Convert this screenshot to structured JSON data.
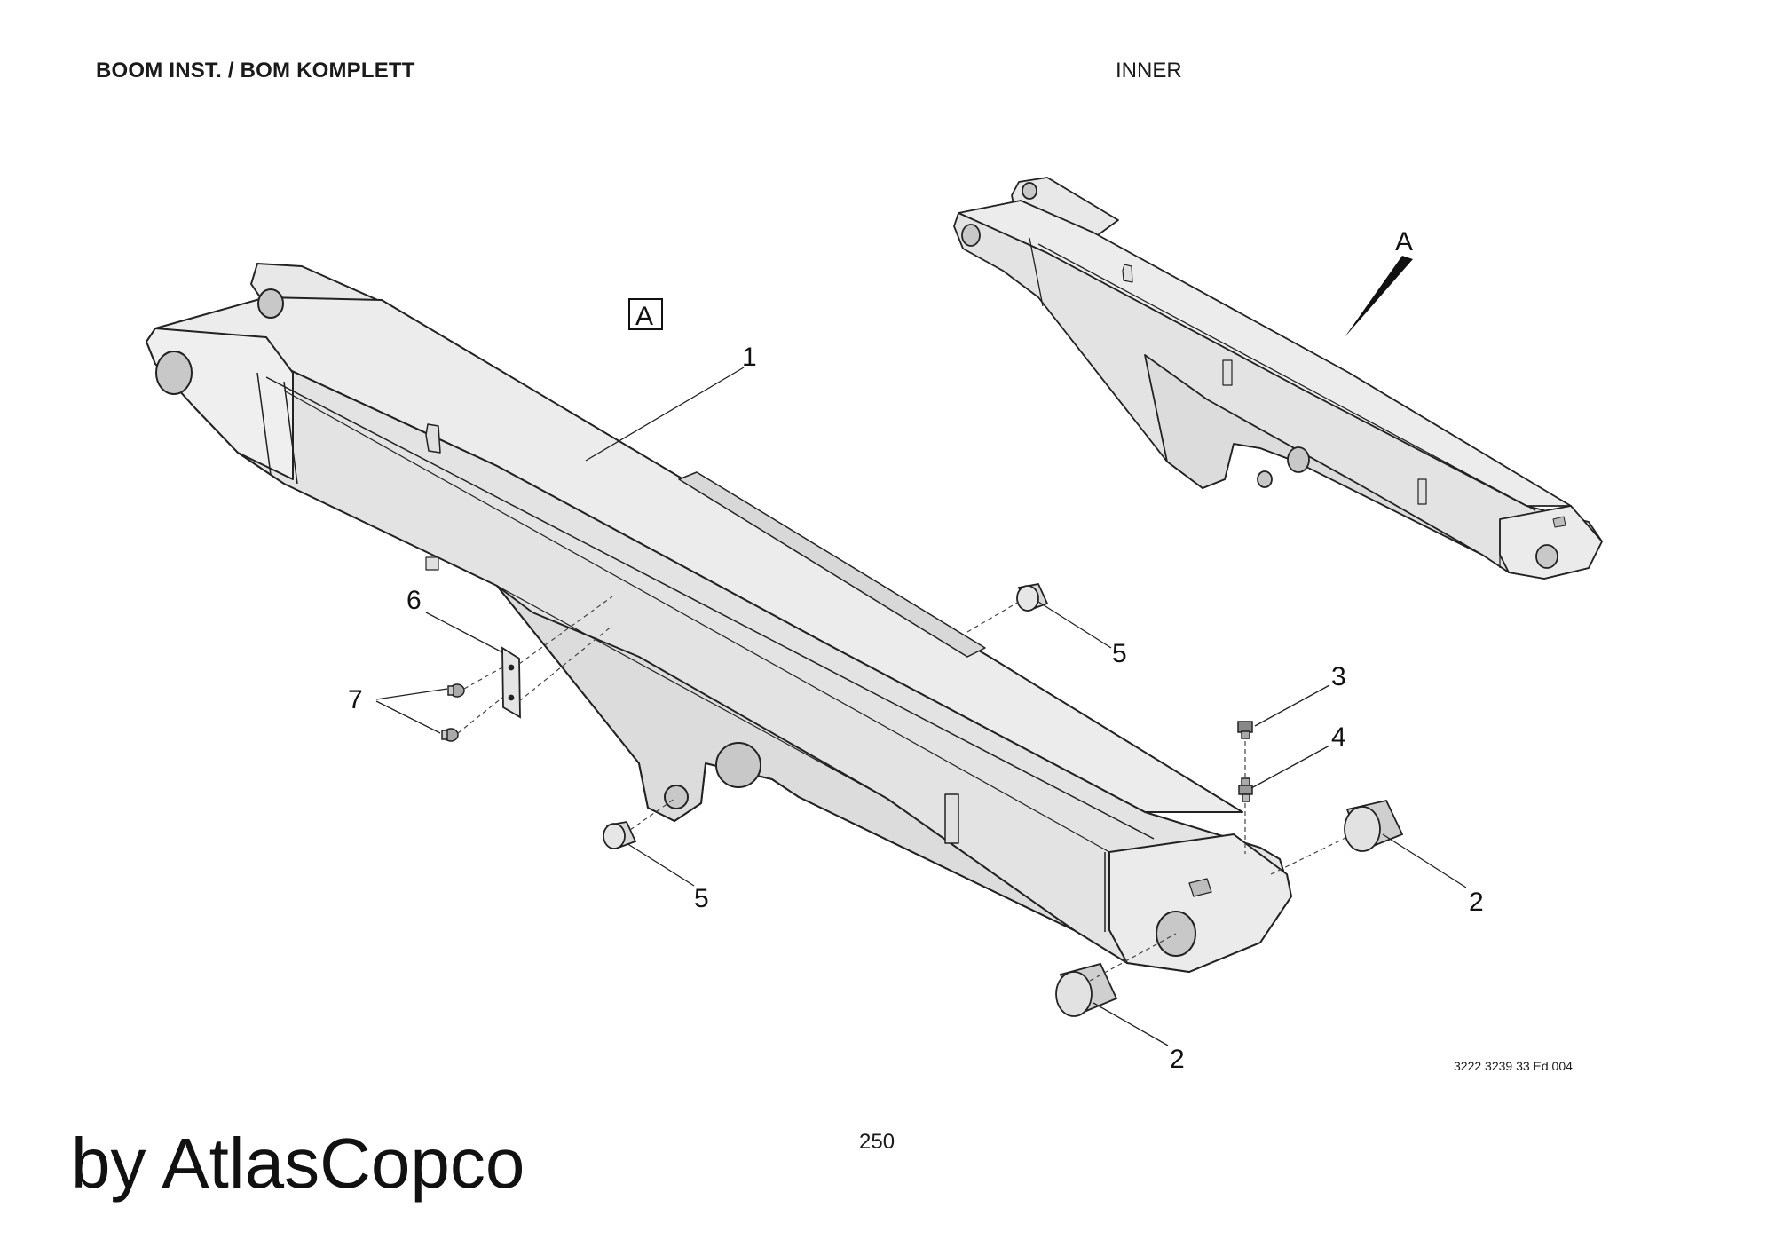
{
  "header": {
    "title": "BOOM INST. / BOM KOMPLETT",
    "subtitle": "INNER"
  },
  "detail_view": {
    "label": "A",
    "reference_box": "A"
  },
  "callouts": [
    {
      "id": "1",
      "part": "boom body"
    },
    {
      "id": "2",
      "part": "bushing"
    },
    {
      "id": "2",
      "part": "bushing"
    },
    {
      "id": "3",
      "part": "plug"
    },
    {
      "id": "4",
      "part": "grease nipple"
    },
    {
      "id": "5",
      "part": "bushing"
    },
    {
      "id": "5",
      "part": "bushing"
    },
    {
      "id": "6",
      "part": "plate"
    },
    {
      "id": "7",
      "part": "screw"
    }
  ],
  "footer": {
    "drawing_number": "3222 3239 33 Ed.004",
    "page_number": "250",
    "brand": "by AtlasCopco"
  }
}
